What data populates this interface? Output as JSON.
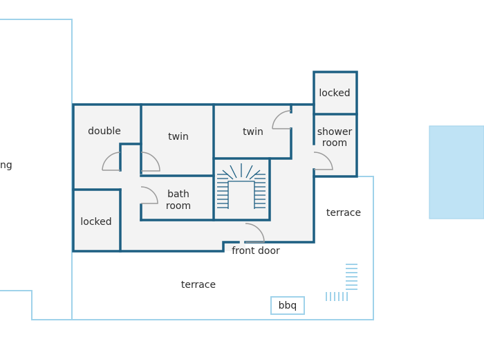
{
  "floorplan": {
    "colors": {
      "wall": "#1d5f82",
      "outline": "#9fd2ea",
      "floor": "#f3f3f3",
      "pool": "#bfe3f5",
      "door_arc": "#9a9a9a"
    },
    "labels": {
      "living_partial": "ng",
      "double": "double",
      "twin_left": "twin",
      "twin_right": "twin",
      "locked_top": "locked",
      "shower_line1": "shower",
      "shower_line2": "room",
      "bath_line1": "bath",
      "bath_line2": "room",
      "locked_left": "locked",
      "terrace_right": "terrace",
      "front_door": "front door",
      "terrace_bottom": "terrace",
      "bbq": "bbq"
    }
  }
}
